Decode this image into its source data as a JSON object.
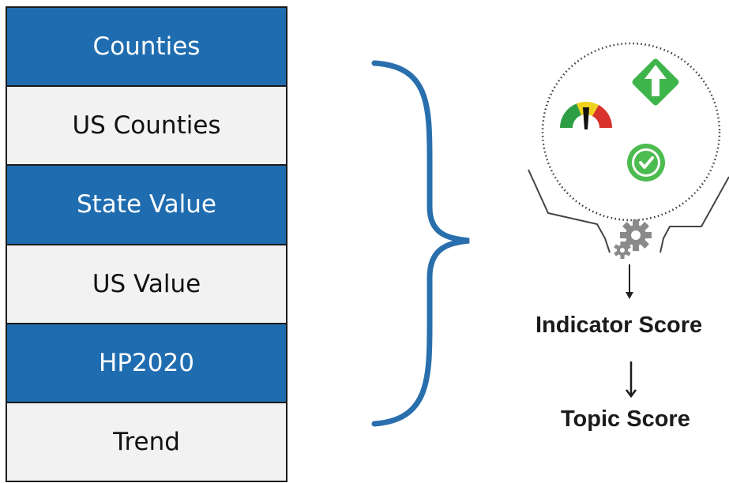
{
  "colors": {
    "table_header_fill": "#1f6db0",
    "table_row_fill": "#f2f2f2",
    "brace": "#2a6fad",
    "gauge_green": "#2e9e44",
    "gauge_yellow": "#f0d21e",
    "gauge_red": "#d9312b",
    "trend_arrow_green": "#3eb54a",
    "check_green": "#4cbb50",
    "gear_gray": "#8a8a8a"
  },
  "table": {
    "rows": [
      {
        "label": "Counties",
        "style": "dark"
      },
      {
        "label": "US Counties",
        "style": "light"
      },
      {
        "label": "State Value",
        "style": "dark"
      },
      {
        "label": "US Value",
        "style": "light"
      },
      {
        "label": "HP2020",
        "style": "dark"
      },
      {
        "label": "Trend",
        "style": "light"
      }
    ]
  },
  "icons": [
    "gauge-icon",
    "trend-up-arrow-icon",
    "checkmark-circle-icon",
    "gears-icon"
  ],
  "scores": {
    "indicator": "Indicator Score",
    "topic": "Topic Score"
  }
}
